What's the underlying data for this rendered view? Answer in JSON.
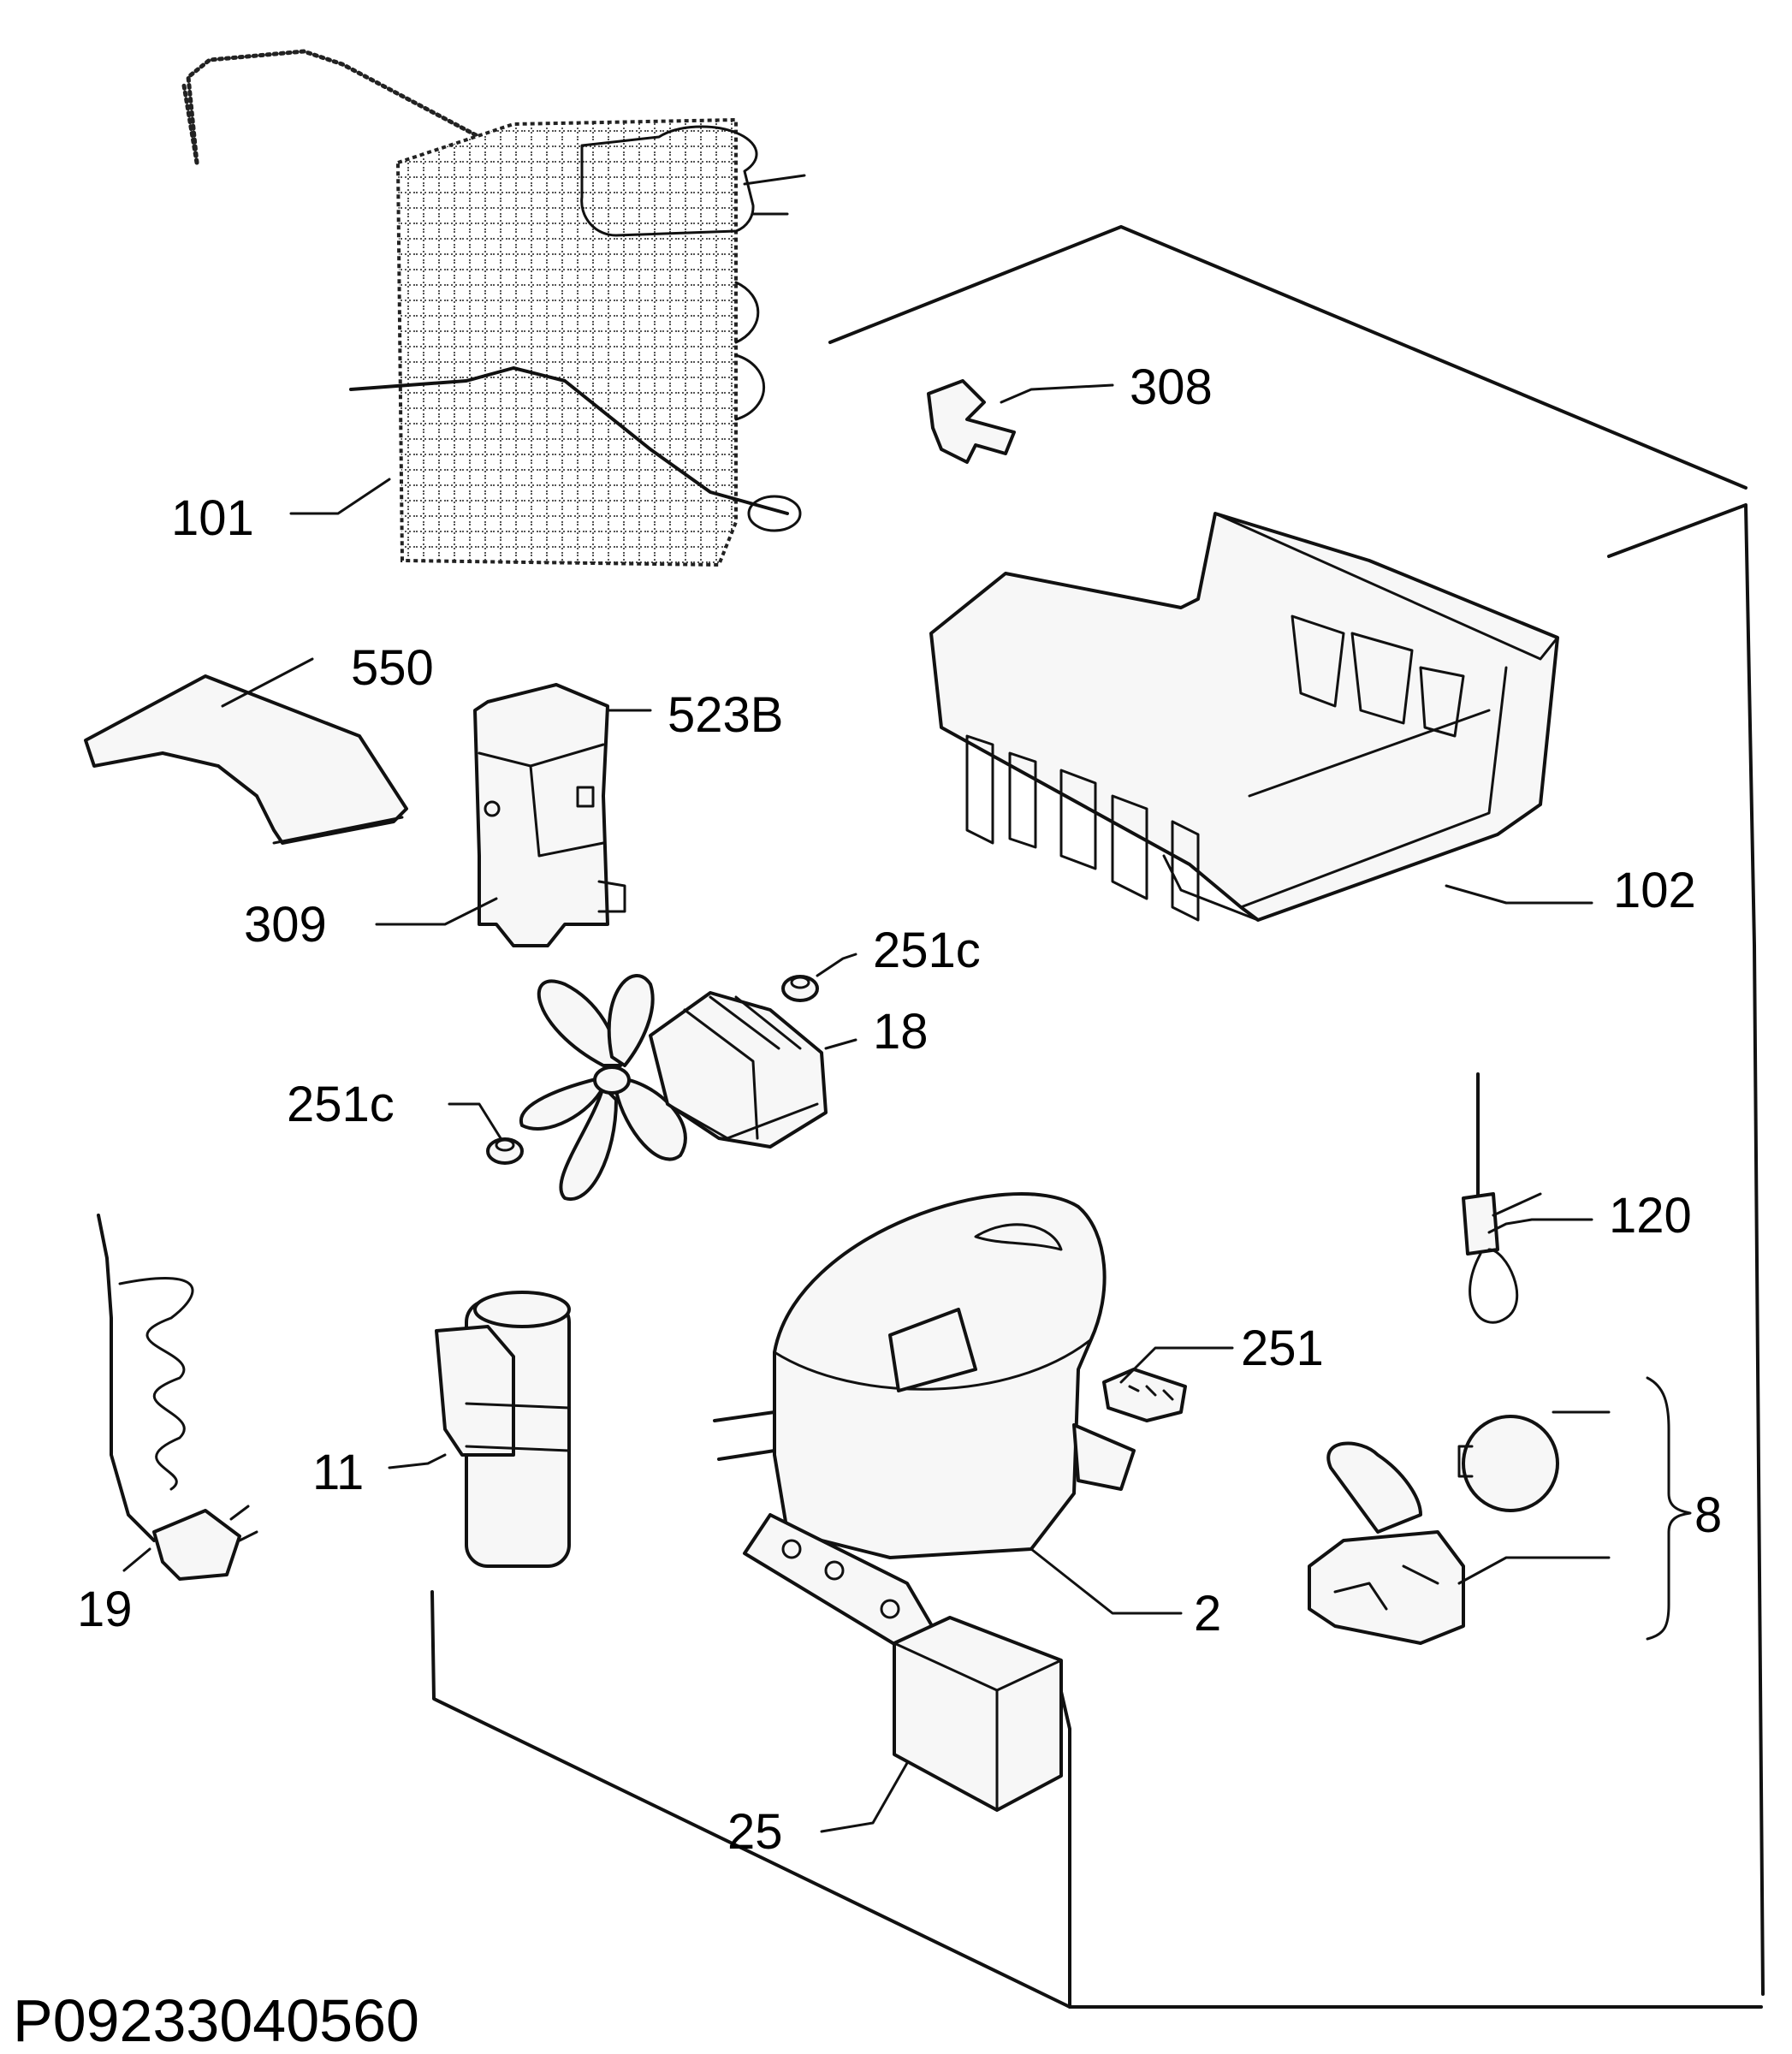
{
  "diagram": {
    "code": "P09233040560",
    "labels": {
      "p101": "101",
      "p308": "308",
      "p550": "550",
      "p523B": "523B",
      "p309": "309",
      "p102": "102",
      "p251c_top": "251c",
      "p18": "18",
      "p251c_left": "251c",
      "p120": "120",
      "p251": "251",
      "p11": "11",
      "p8": "8",
      "p19": "19",
      "p2": "2",
      "p25": "25"
    }
  }
}
